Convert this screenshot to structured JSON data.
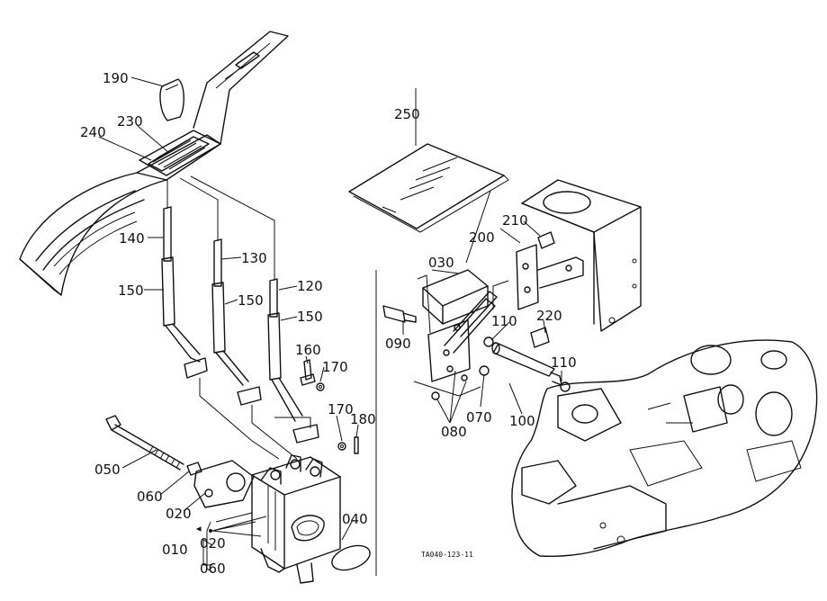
{
  "drawing_code": "TA040-123-11",
  "callouts": {
    "c010": "010",
    "c020a": "020",
    "c020b": "020",
    "c030": "030",
    "c040": "040",
    "c050": "050",
    "c060a": "060",
    "c060b": "060",
    "c070": "070",
    "c080": "080",
    "c090": "090",
    "c100": "100",
    "c110a": "110",
    "c110b": "110",
    "c120": "120",
    "c130": "130",
    "c140": "140",
    "c150a": "150",
    "c150b": "150",
    "c150c": "150",
    "c160": "160",
    "c170a": "170",
    "c170b": "170",
    "c180": "180",
    "c190": "190",
    "c200": "200",
    "c210": "210",
    "c220": "220",
    "c230": "230",
    "c240": "240",
    "c250": "250"
  }
}
